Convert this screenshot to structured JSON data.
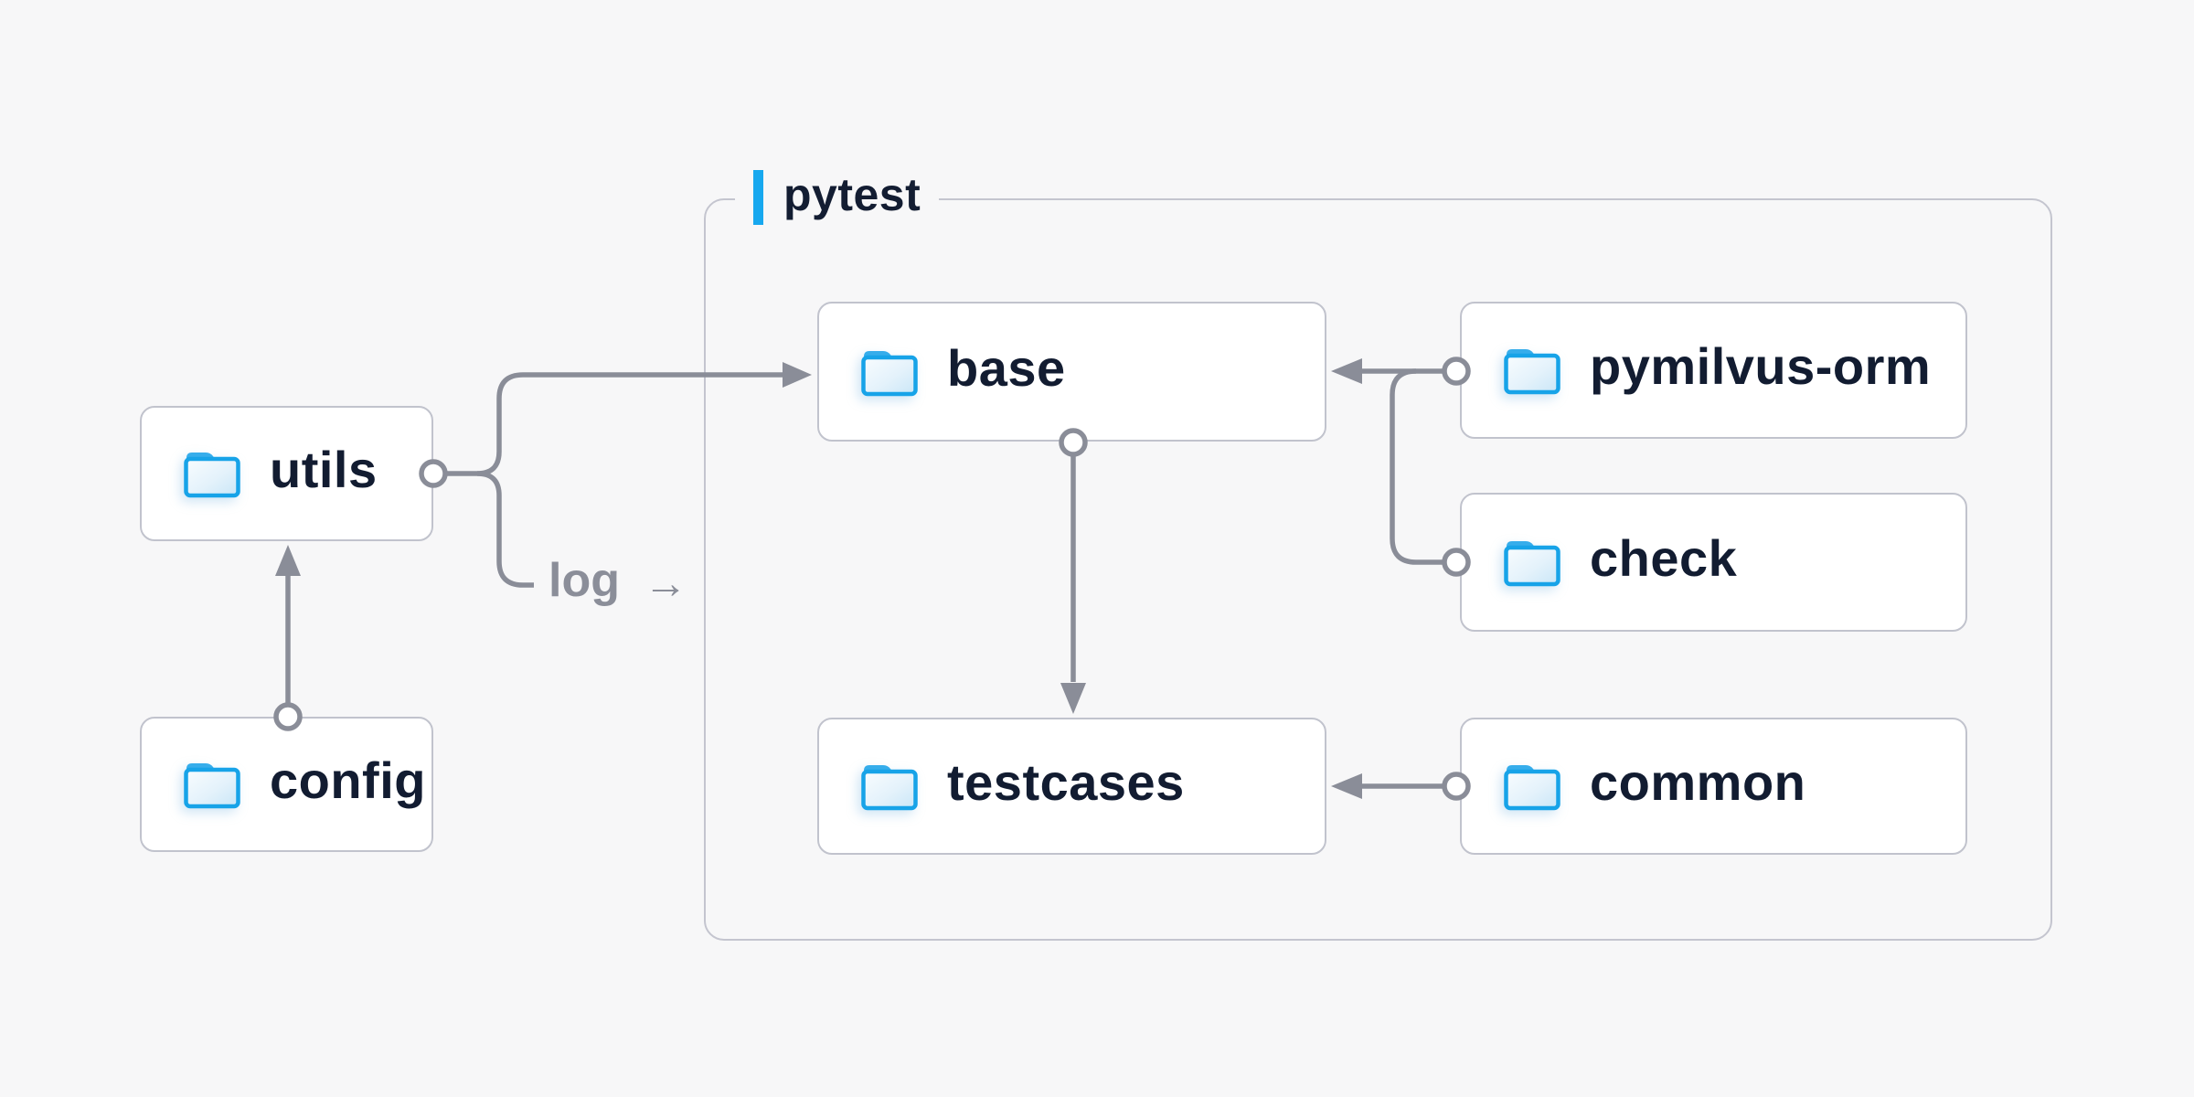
{
  "group": {
    "label": "pytest"
  },
  "nodes": [
    {
      "id": "utils",
      "label": "utils"
    },
    {
      "id": "config",
      "label": "config"
    },
    {
      "id": "base",
      "label": "base"
    },
    {
      "id": "testcases",
      "label": "testcases"
    },
    {
      "id": "pymilvus-orm",
      "label": "pymilvus-orm"
    },
    {
      "id": "check",
      "label": "check"
    },
    {
      "id": "common",
      "label": "common"
    }
  ],
  "edge_labels": {
    "log": "log",
    "log_arrow": "→"
  },
  "edges": [
    {
      "from": "config",
      "to": "utils"
    },
    {
      "from": "utils",
      "to": "base"
    },
    {
      "from": "utils",
      "to": "log"
    },
    {
      "from": "pymilvus-orm",
      "to": "base"
    },
    {
      "from": "check",
      "to": "base"
    },
    {
      "from": "base",
      "to": "testcases"
    },
    {
      "from": "common",
      "to": "testcases"
    }
  ],
  "colors": {
    "background": "#f7f7f8",
    "node_bg": "#ffffff",
    "node_border": "#c1c3cd",
    "group_border": "#c4c5cf",
    "accent_blue": "#17a8ef",
    "folder_stroke": "#17a3e8",
    "folder_tab": "#36adeb",
    "text_dark": "#121c31",
    "line_gray": "#8a8d98",
    "log_text": "#8b8e99"
  }
}
